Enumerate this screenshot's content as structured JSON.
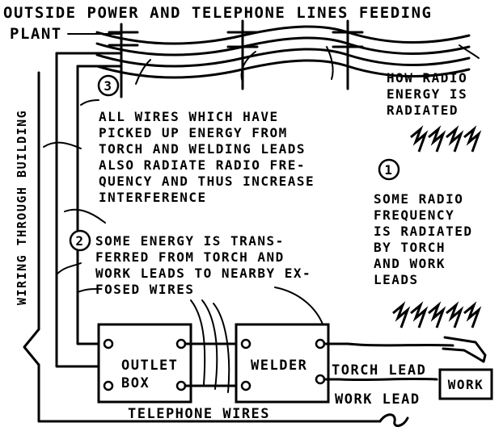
{
  "title_line1": "OUTSIDE POWER AND TELEPHONE LINES FEEDING",
  "title_line2": "PLANT",
  "vertical_label": "WIRING THROUGH BUILDING",
  "note3": {
    "number": "3",
    "lines": [
      "ALL WIRES WHICH HAVE",
      "PICKED UP ENERGY FROM",
      "TORCH AND WELDING LEADS",
      "ALSO RADIATE RADIO FRE-",
      "QUENCY AND THUS INCREASE",
      "INTERFERENCE"
    ]
  },
  "note2": {
    "number": "2",
    "lines": [
      "SOME ENERGY IS TRANS-",
      "FERRED FROM TORCH AND",
      "WORK LEADS TO NEARBY EX-",
      "FOSED WIRES"
    ]
  },
  "how_radiated": [
    "HOW RADIO",
    "ENERGY IS",
    "RADIATED"
  ],
  "note1": {
    "number": "1",
    "lines": [
      "SOME RADIO",
      "FREQUENCY",
      "IS RADIATED",
      "BY TORCH",
      "AND WORK",
      "LEADS"
    ]
  },
  "outlet_box": [
    "OUTLET",
    "BOX"
  ],
  "welder": "WELDER",
  "torch_lead": "TORCH LEAD",
  "work_lead": "WORK LEAD",
  "work": "WORK",
  "telephone_wires": "TELEPHONE WIRES"
}
